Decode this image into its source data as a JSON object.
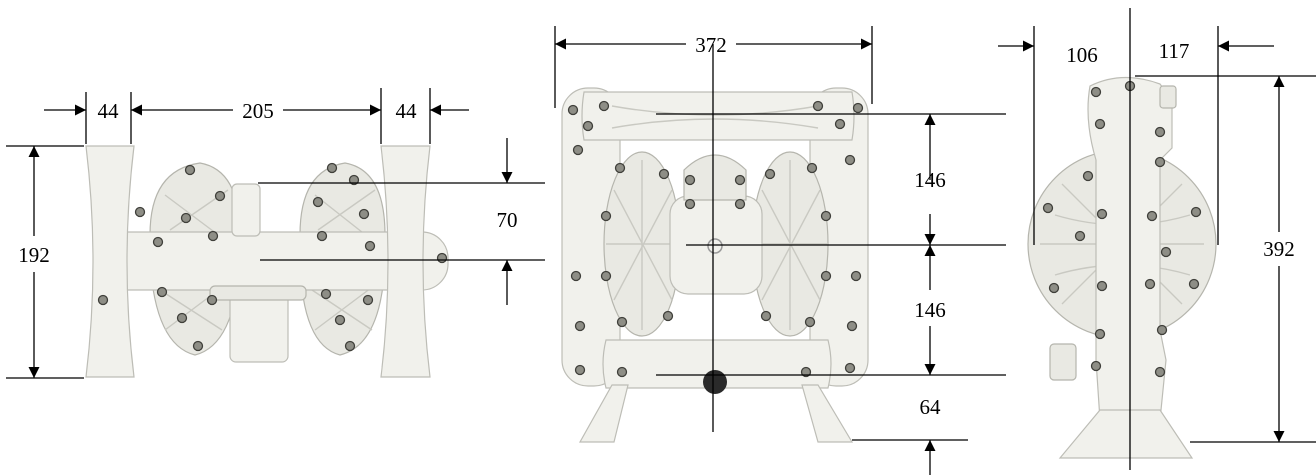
{
  "views": {
    "top": {
      "dim_left_flange": "44",
      "dim_center_span": "205",
      "dim_right_flange": "44",
      "dim_height": "192",
      "dim_port_offset": "70"
    },
    "front": {
      "dim_width": "372",
      "dim_upper_height": "146",
      "dim_lower_height": "146",
      "dim_base_offset": "64"
    },
    "side": {
      "dim_left_depth": "106",
      "dim_right_depth": "117",
      "dim_total_height": "392"
    }
  },
  "colors": {
    "line": "#000000",
    "pump_body": "#f1f1ec",
    "bolts": "#8e8e86"
  }
}
